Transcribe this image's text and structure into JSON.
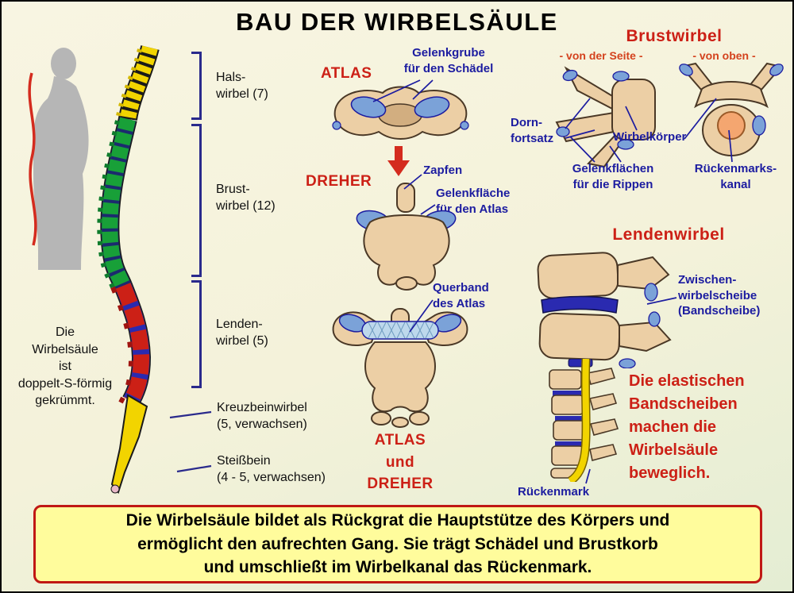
{
  "title": "BAU DER WIRBELSÄULE",
  "colors": {
    "heading_red": "#cc2016",
    "label_blue": "#1c1ca0",
    "view_caption_orange": "#d4421e",
    "bracket_navy": "#2a2a8c",
    "cervical_yellow": "#f2d400",
    "thoracic_green": "#18a038",
    "lumbar_red": "#cc2016",
    "disc_blue": "#2a2ab0",
    "bone_tan": "#eccfa5",
    "facet_blue": "#7ba2d8",
    "canal_orange": "#f4a670",
    "footer_bg": "#fffc9c",
    "silhouette_gray": "#b6b6b6"
  },
  "overview": {
    "caption": "Die\nWirbelsäule\nist\ndoppelt-S-förmig\ngekrümmt.",
    "regions": [
      {
        "label": "Hals-\nwirbel (7)"
      },
      {
        "label": "Brust-\nwirbel (12)"
      },
      {
        "label": "Lenden-\nwirbel (5)"
      },
      {
        "label": "Kreuzbeinwirbel\n(5, verwachsen)"
      },
      {
        "label": "Steißbein\n(4 - 5, verwachsen)"
      }
    ]
  },
  "atlas_axis": {
    "atlas_heading": "ATLAS",
    "gelenkgrube_label": "Gelenkgrube\nfür den Schädel",
    "dreher_heading": "DREHER",
    "zapfen_label": "Zapfen",
    "gelenkflaeche_label": "Gelenkfläche\nfür den Atlas",
    "querband_label": "Querband\ndes Atlas",
    "combined_heading": "ATLAS\nund\nDREHER"
  },
  "brustwirbel": {
    "heading": "Brustwirbel",
    "side_view_caption": "- von der Seite -",
    "top_view_caption": "- von oben -",
    "dornfortsatz_label": "Dorn-\nfortsatz",
    "wirbelkoerper_label": "Wirbelkörper",
    "gelenkflaechen_label": "Gelenkflächen\nfür die Rippen",
    "rueckenmarkskanal_label": "Rückenmarks-\nkanal"
  },
  "lendenwirbel": {
    "heading": "Lendenwirbel",
    "zwischenwirbelscheibe_label": "Zwischen-\nwirbelscheibe\n(Bandscheibe)",
    "rueckenmark_label": "Rückenmark",
    "note": "Die elastischen\nBandscheiben\nmachen die\nWirbelsäule\nbeweglich."
  },
  "footer": "Die Wirbelsäule bildet als Rückgrat die Hauptstütze des Körpers und\nermöglicht den aufrechten Gang. Sie trägt Schädel und Brustkorb\nund umschließt im Wirbelkanal das Rückenmark."
}
